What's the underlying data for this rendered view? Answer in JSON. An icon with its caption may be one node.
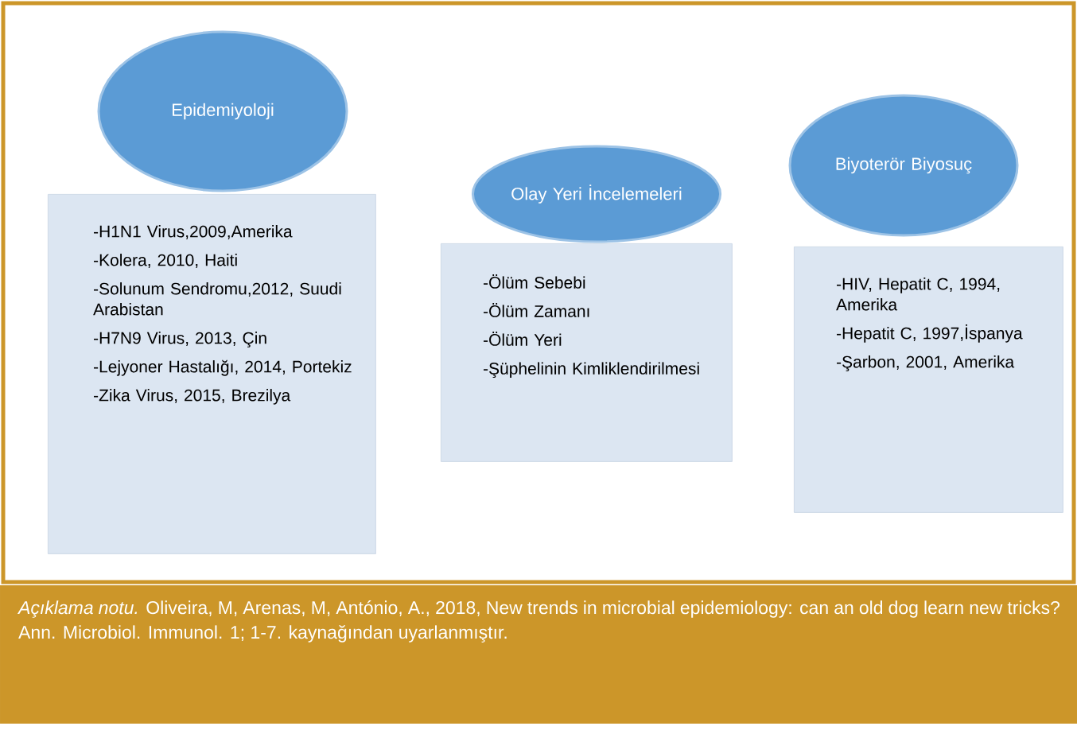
{
  "diagram": {
    "caption": "*Açıklama notu.* Oliveira, M, Arenas, M, António, A., 2018, New trends in microbial epidemiology: can an old dog learn new tricks? Ann. Microbiol. Immunol. 1; 1-7. kaynağından uyarlanmıştır.",
    "nodes": [
      {
        "text": [
          "Epidemiyoloji"
        ]
      },
      {
        "text": [
          "-H1N1 Virus,2009,Amerika",
          "-Kolera, 2010, Haiti",
          "-Solunum Sendromu,2012, Suudi Arabistan",
          "-H7N9 Virus, 2013, Çin",
          "-Lejyoner Hastalığı, 2014, Portekiz",
          "-Zika Virus, 2015, Brezilya"
        ]
      },
      {
        "text": [
          "Olay Yeri İncelemeleri"
        ]
      },
      {
        "text": [
          "-Ölüm Sebebi",
          "-Ölüm Zamanı",
          "-Ölüm Yeri",
          "-Şüphelinin Kimliklendirilmesi"
        ]
      },
      {
        "text": [
          "Biyoterör Biyosuç"
        ]
      },
      {
        "text": [
          "-HIV, Hepatit C, 1994, Amerika",
          "-Hepatit C, 1997,İspanya",
          "-Şarbon, 2001, Amerika"
        ]
      }
    ]
  }
}
